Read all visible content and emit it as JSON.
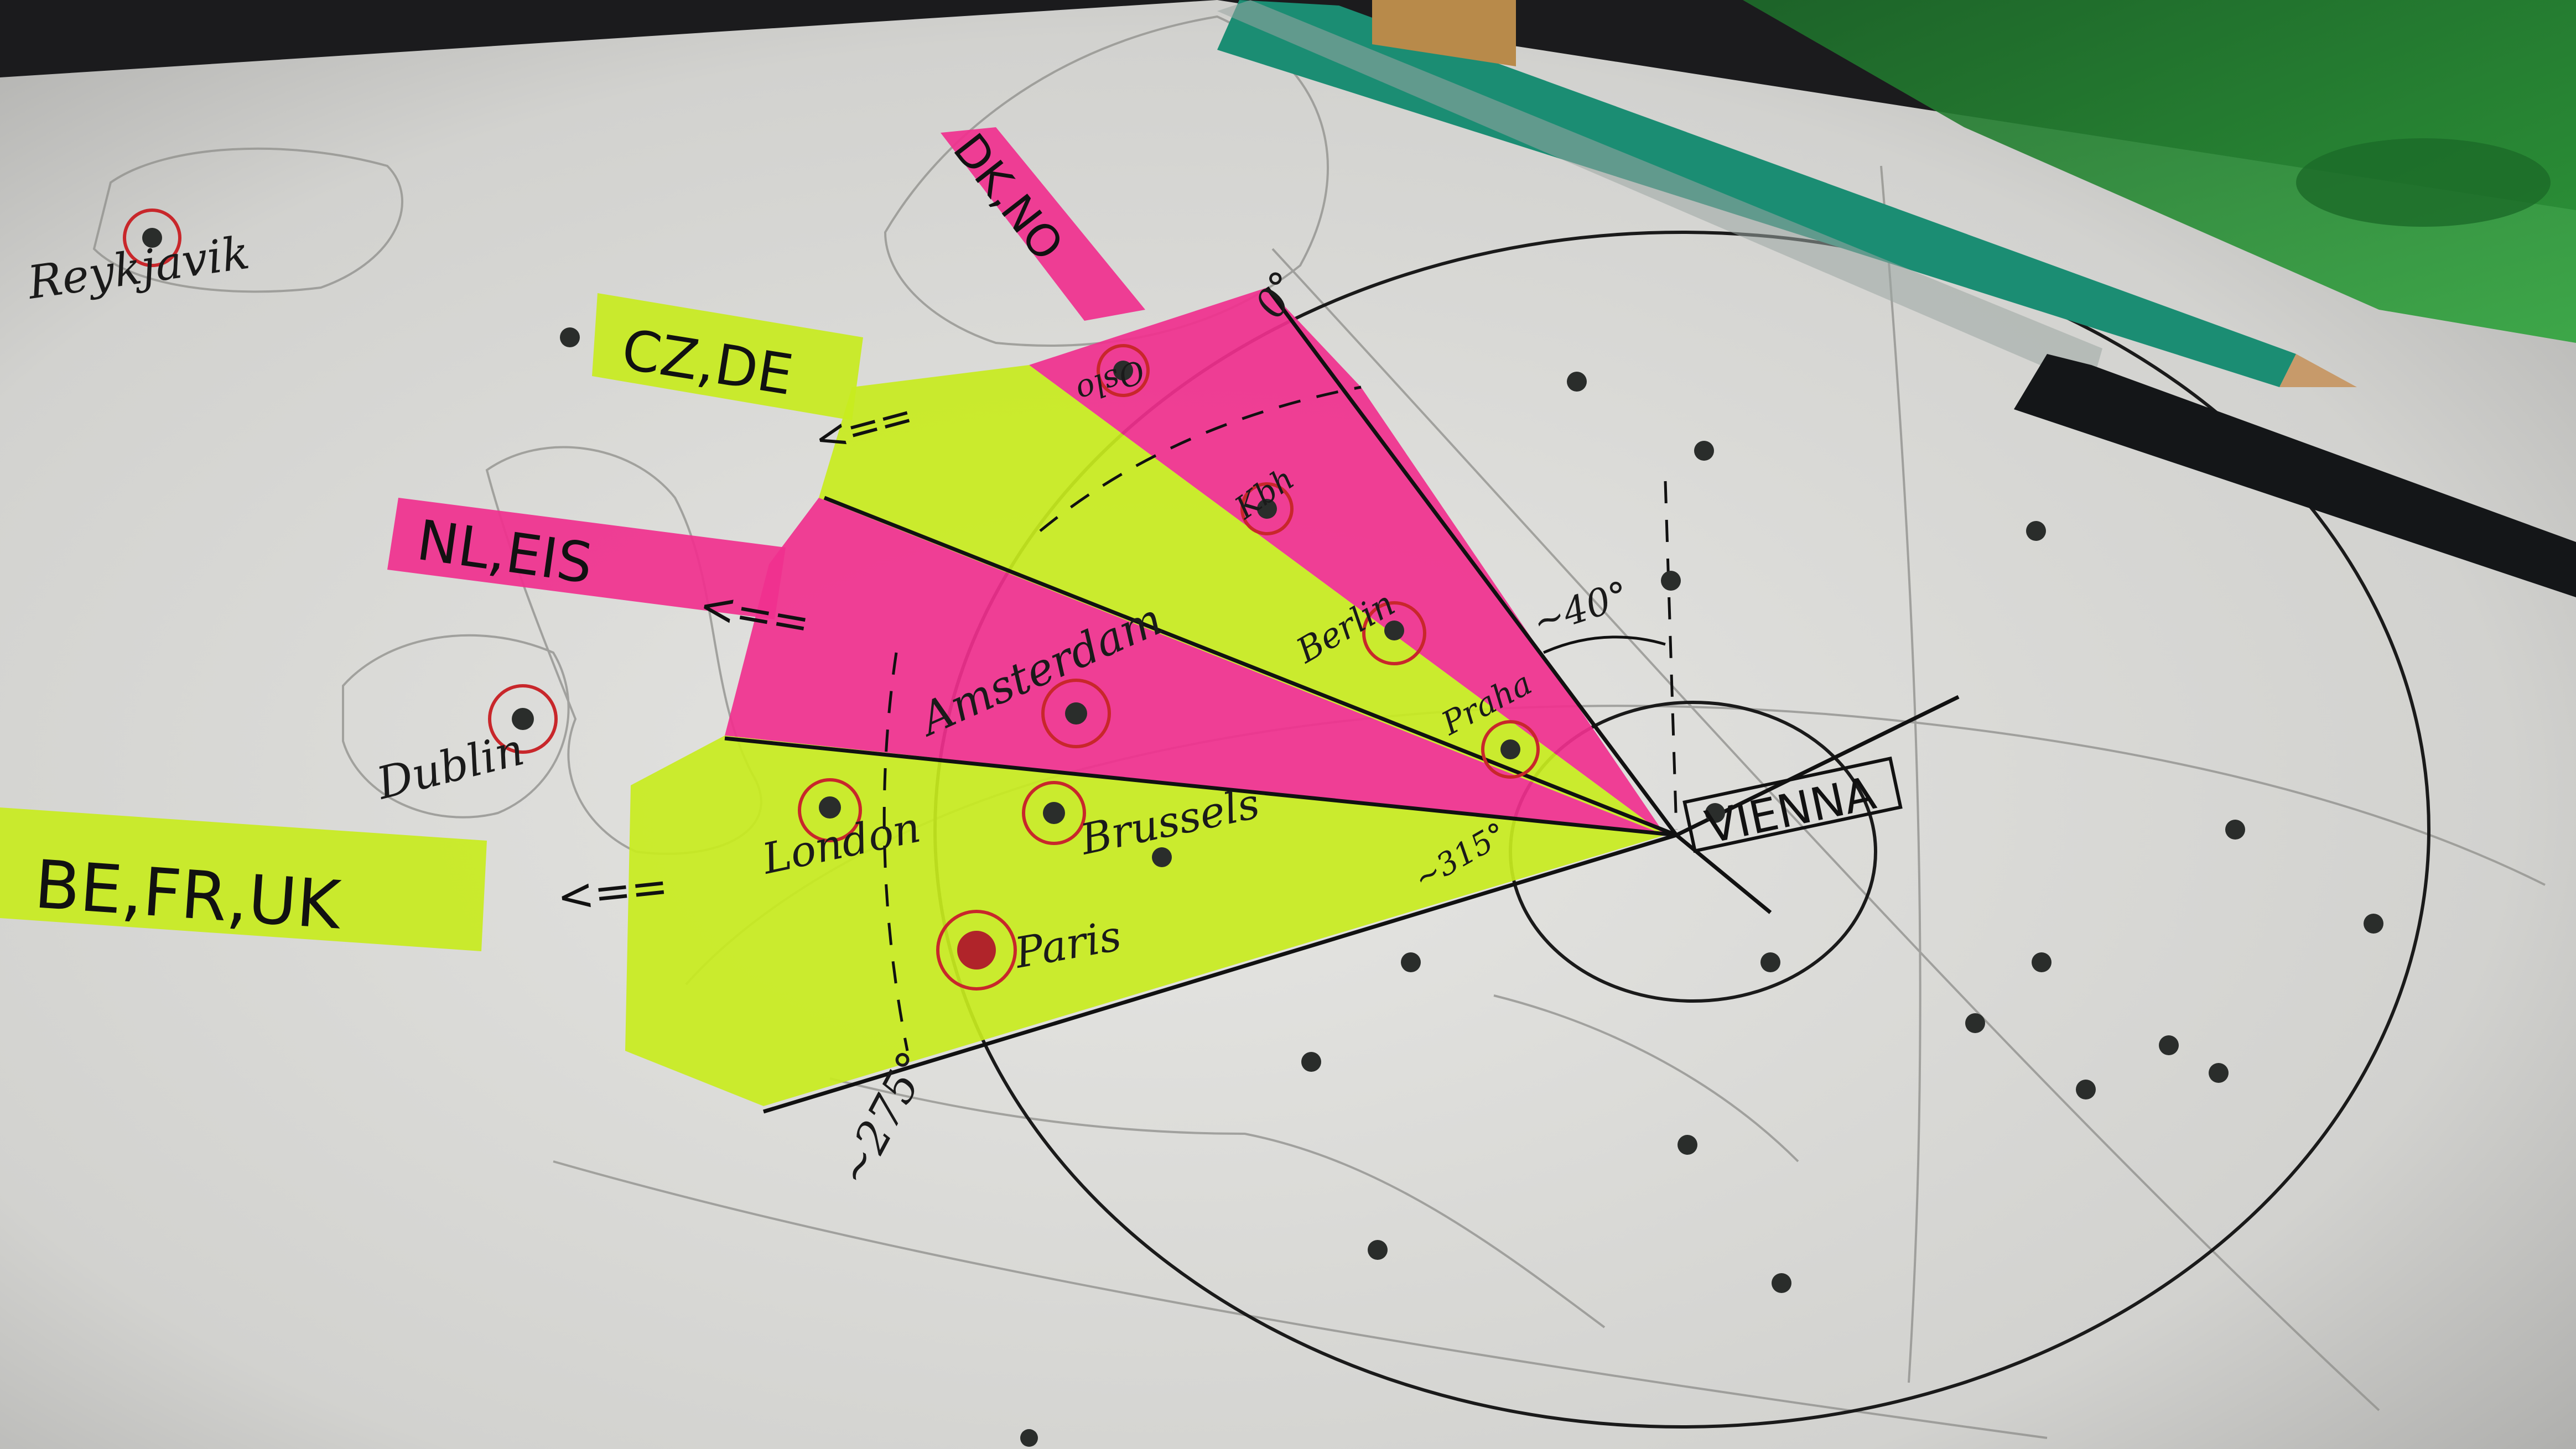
{
  "cities": {
    "reykjavik": "Reykjavik",
    "dublin": "Dublin",
    "london": "London",
    "paris": "Paris",
    "brussels": "Brussels",
    "amsterdam": "Amsterdam",
    "berlin": "Berlin",
    "prague": "Praha",
    "oslo": "Oslo",
    "copenhagen": "Kbh",
    "vienna": "VIENNA"
  },
  "bands": {
    "yellow_top": "CZ,DE",
    "pink_mid": "NL,EIS",
    "yellow_bottom": "BE,FR,UK",
    "pink_top": "DK,NO"
  },
  "arrows": {
    "double_arrow": "<=="
  },
  "angles": {
    "north": "0°",
    "right_angle": "~40°",
    "west": "~275°",
    "mid": "~315°"
  },
  "colors": {
    "paper": "#d9d9d6",
    "highlight_yellow": "#c8ec1e",
    "highlight_pink": "#f0308e",
    "ink": "#161616",
    "red_circle": "#c8272b"
  },
  "objects": {
    "pens": [
      "green pencil",
      "black pen",
      "green ruler"
    ]
  }
}
